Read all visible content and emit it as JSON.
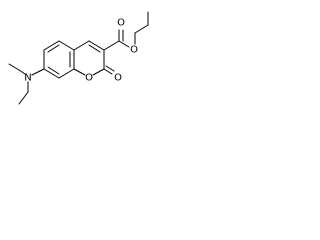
{
  "molecule": {
    "atoms": {
      "nitrogen": "N",
      "ring_oxygen": "O",
      "carbonyl_oxygen_lactone": "O",
      "carbonyl_oxygen_ester": "O",
      "ester_oxygen": "O"
    }
  },
  "colors": {
    "bond": "#000000",
    "label": "#000000",
    "background": "#ffffff"
  }
}
